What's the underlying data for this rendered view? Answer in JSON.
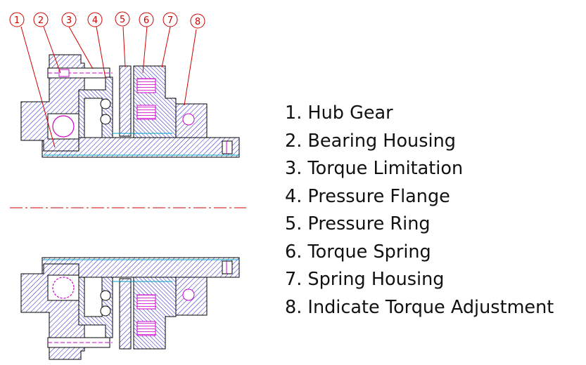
{
  "callouts": [
    "1",
    "2",
    "3",
    "4",
    "5",
    "6",
    "7",
    "8"
  ],
  "legend": [
    "1. Hub Gear",
    "2. Bearing Housing",
    "3. Torque Limitation",
    "4. Pressure Flange",
    "5. Pressure Ring",
    "6. Torque Spring",
    "7. Spring Housing",
    "8. Indicate Torque Adjustment"
  ],
  "colors": {
    "hatch": "#1a1acc",
    "outline": "#000000",
    "callout": "#d10000",
    "spring": "#cc00cc",
    "centerline": "#cc0000",
    "bore_edge": "#00a0c0"
  }
}
